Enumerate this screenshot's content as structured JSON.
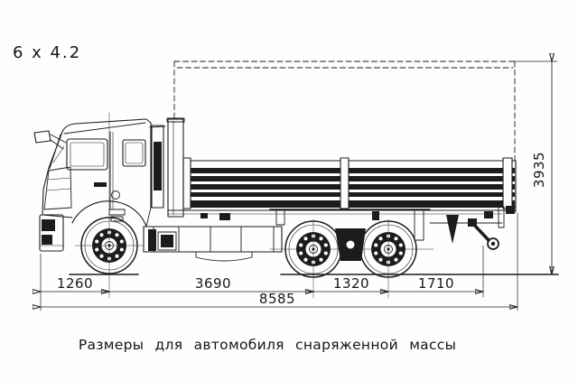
{
  "drawing": {
    "wheel_formula": "6 x 4.2",
    "caption": "Размеры для автомобиля снаряженной массы"
  },
  "dimensions": {
    "front_overhang": "1260",
    "front_wheelbase": "3690",
    "bogie_base": "1320",
    "rear_overhang": "1710",
    "overall_length": "8585",
    "overall_height": "3935"
  },
  "colors": {
    "line": "#1c1c1c",
    "background": "#fefefe"
  }
}
